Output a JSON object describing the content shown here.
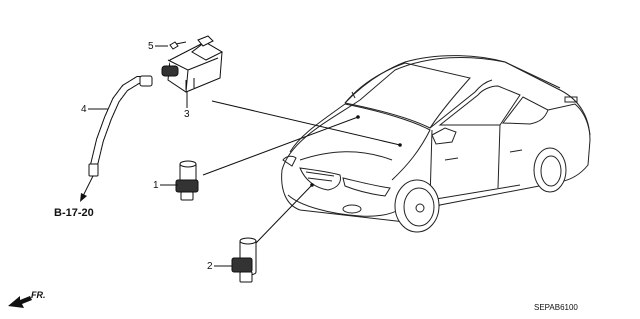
{
  "callouts": [
    "1",
    "2",
    "3",
    "4",
    "5"
  ],
  "reference": "B-17-20",
  "diagram_code": "SEPAB6100",
  "direction_label": "FR."
}
